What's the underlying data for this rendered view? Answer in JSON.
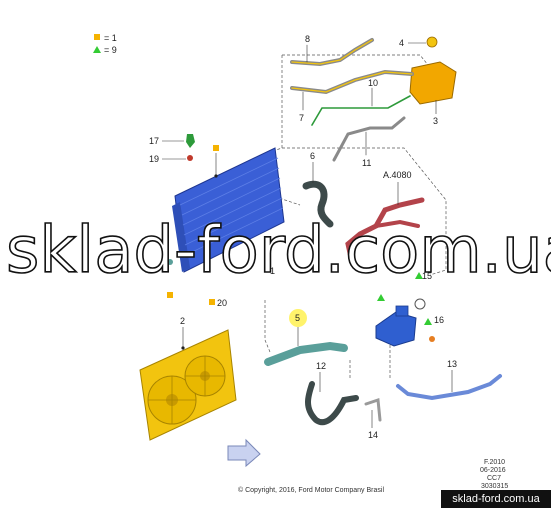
{
  "legend": {
    "items": [
      {
        "symbol": "square",
        "color": "#f5b301",
        "eq": "= 1"
      },
      {
        "symbol": "triangle",
        "color": "#33cc33",
        "eq": "= 9"
      }
    ]
  },
  "callouts": {
    "c1": "1",
    "c2": "2",
    "c3": "3",
    "c4": "4",
    "c5": "5",
    "c6": "6",
    "c7": "7",
    "c8": "8",
    "c10": "10",
    "c11": "11",
    "c12": "12",
    "c13": "13",
    "c14": "14",
    "c15": "15",
    "c16": "16",
    "c17": "17",
    "c19": "19",
    "c20": "20",
    "a4080": "A.4080"
  },
  "watermark": "sklad-ford.com.ua",
  "copyright": "© Copyright, 2016, Ford Motor Company Brasil",
  "stamp": [
    "F.2010",
    "06-2016",
    "CC7",
    "3030315"
  ],
  "badge": "sklad-ford.com.ua",
  "colors": {
    "blue": "#3a5fd6",
    "yellow": "#f2c40f",
    "red": "#b3434a",
    "green": "#2d9a3a",
    "teal": "#5a9f9a"
  }
}
